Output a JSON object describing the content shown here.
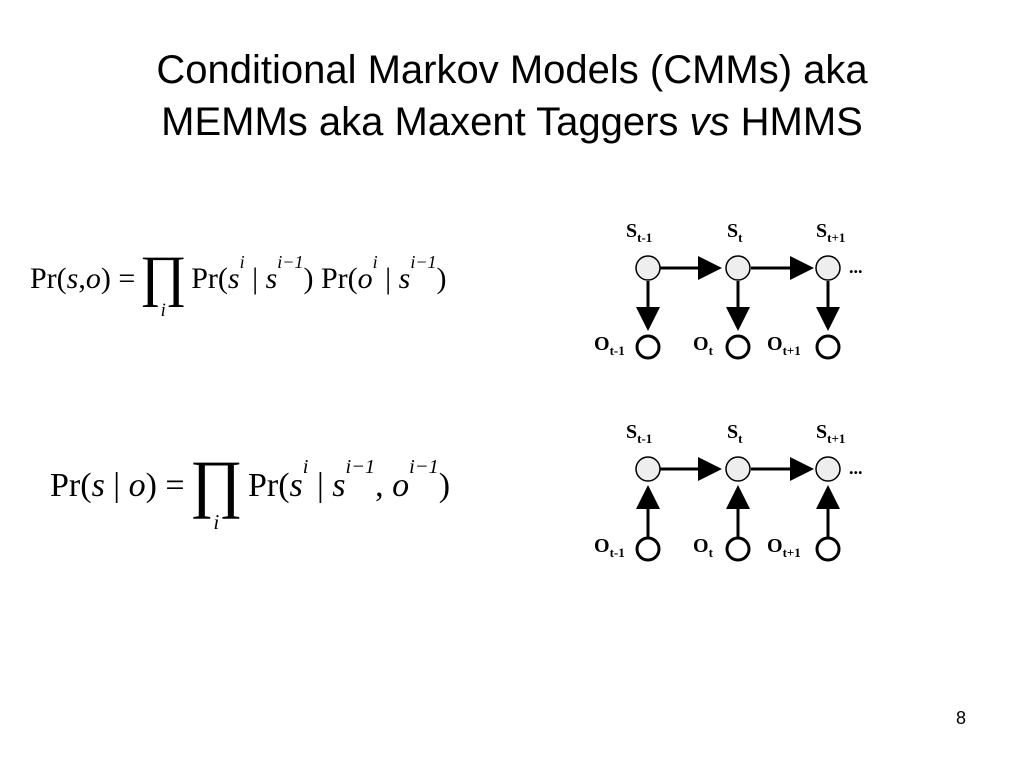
{
  "slide": {
    "title_line1": "Conditional Markov Models (CMMs) aka",
    "title_line2_part1": "MEMMs aka Maxent Taggers ",
    "title_line2_em": "vs",
    "title_line2_part2": " HMMS",
    "page_number": "8"
  },
  "eq1": {
    "pr": "Pr(",
    "s": "s",
    "comma": ",",
    "o": "o",
    "close_eq": ") =",
    "prod": "∏",
    "idx": "i",
    "pr2": "Pr(",
    "s_i": "s",
    "i_sub": "i",
    "bar": " | ",
    "s_prev": "s",
    "prev_sub": "i−1",
    "close": ")",
    "pr3": "Pr(",
    "o_i": "o",
    "i_sub2": "i",
    "bar2": " | ",
    "s_prev2": "s",
    "prev_sub2": "i−1",
    "close2": ")"
  },
  "eq2": {
    "pr": "Pr(",
    "s": "s",
    "bar": " | ",
    "o": "o",
    "close_eq": ") =",
    "prod": "∏",
    "idx": "i",
    "pr2": "Pr(",
    "s_i": "s",
    "i_sub": "i",
    "bar2": " | ",
    "s_prev": "s",
    "prev_sub": "i−1",
    "comma": ", ",
    "o_prev": "o",
    "prev_sub2": "i−1",
    "close": ")"
  },
  "hmm_graph": {
    "s_labels": [
      {
        "base": "S",
        "sub": "t-1"
      },
      {
        "base": "S",
        "sub": "t"
      },
      {
        "base": "S",
        "sub": "t+1"
      }
    ],
    "o_labels": [
      {
        "base": "O",
        "sub": "t-1"
      },
      {
        "base": "O",
        "sub": "t"
      },
      {
        "base": "O",
        "sub": "t+1"
      }
    ],
    "ellipsis": "..."
  },
  "cmm_graph": {
    "s_labels": [
      {
        "base": "S",
        "sub": "t-1"
      },
      {
        "base": "S",
        "sub": "t"
      },
      {
        "base": "S",
        "sub": "t+1"
      }
    ],
    "o_labels": [
      {
        "base": "O",
        "sub": "t-1"
      },
      {
        "base": "O",
        "sub": "t"
      },
      {
        "base": "O",
        "sub": "t+1"
      }
    ],
    "ellipsis": "..."
  },
  "colors": {
    "node_fill_state": "#eeeeee",
    "node_fill_obs": "#ffffff",
    "stroke": "#000000"
  }
}
